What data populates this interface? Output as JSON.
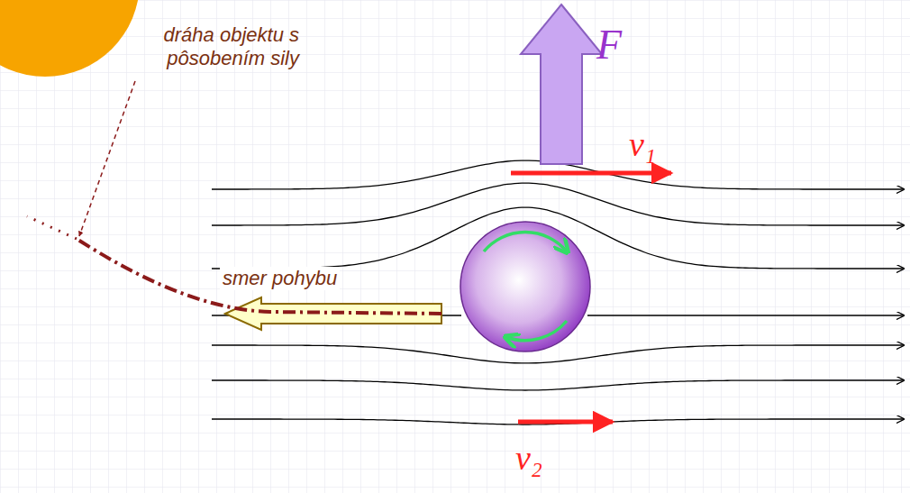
{
  "diagram": {
    "labels": [
      "F",
      "v₁",
      "v₂",
      "dráha objektu s pôsobením sily",
      "smer pohybu"
    ]
  }
}
